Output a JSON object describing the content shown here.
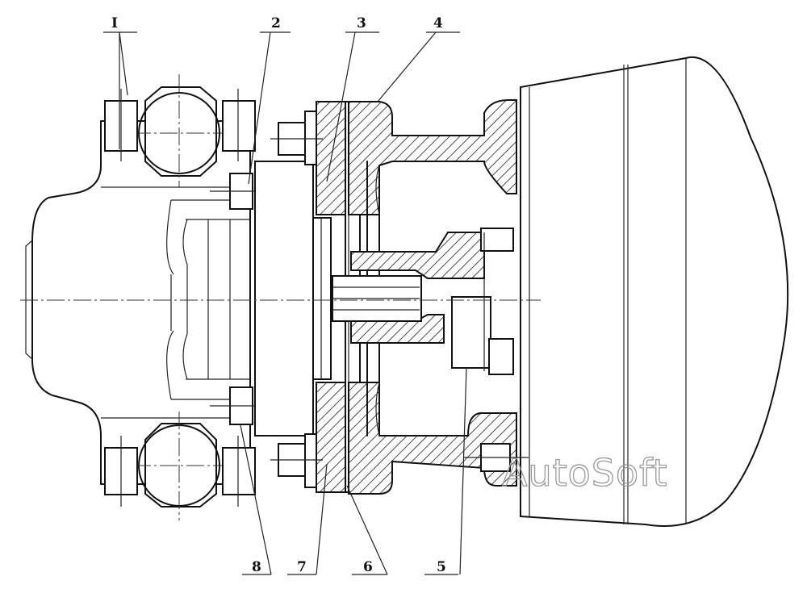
{
  "diagram": {
    "callouts": [
      "I",
      "2",
      "3",
      "4",
      "5",
      "6",
      "7",
      "8"
    ]
  },
  "watermark": "AutoSoft",
  "colors": {
    "ink": "#111111",
    "paper": "#ffffff",
    "watermark": "#9a9a9a"
  }
}
